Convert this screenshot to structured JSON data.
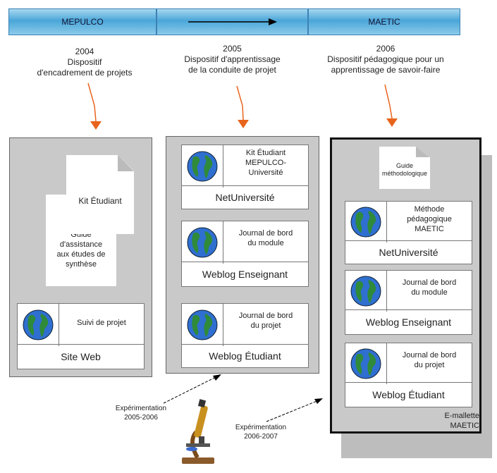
{
  "timeline": {
    "seg1": "MEPULCO",
    "seg3": "MAETIC"
  },
  "phases": [
    {
      "year": "2004",
      "line1": "Dispositif",
      "line2": "d'encadrement de projets"
    },
    {
      "year": "2005",
      "line1": "Dispositif d'apprentissage",
      "line2": "de la conduite de projet"
    },
    {
      "year": "2006",
      "line1": "Dispositif pédagogique pour un",
      "line2": "apprentissage de savoir-faire"
    }
  ],
  "panel1": {
    "kit_doc": "Kit Étudiant",
    "guide_doc": [
      "Guide",
      "d'assistance",
      "aux études de",
      "synthèse"
    ],
    "card": {
      "text": "Suivi de projet",
      "label": "Site  Web"
    }
  },
  "panel2": {
    "cards": [
      {
        "text": [
          "Kit Étudiant",
          "MEPULCO-",
          "Université"
        ],
        "label": "NetUniversité"
      },
      {
        "text": [
          "Journal de bord",
          "du module"
        ],
        "label": "Weblog Enseignant"
      },
      {
        "text": [
          "Journal de bord",
          "du projet"
        ],
        "label": "Weblog Étudiant"
      }
    ]
  },
  "panel3": {
    "guide_doc": [
      "Guide",
      "méthodologique"
    ],
    "cards": [
      {
        "text": [
          "Méthode",
          "pédagogique",
          "MAETIC"
        ],
        "label": "NetUniversité"
      },
      {
        "text": [
          "Journal de bord",
          "du module"
        ],
        "label": "Weblog Enseignant"
      },
      {
        "text": [
          "Journal de bord",
          "du projet"
        ],
        "label": "Weblog Étudiant"
      }
    ],
    "caption": [
      "E-mallette",
      "MAETIC"
    ]
  },
  "experimentations": [
    {
      "line1": "Expérimentation",
      "line2": "2005-2006"
    },
    {
      "line1": "Expérimentation",
      "line2": "2006-2007"
    }
  ],
  "colors": {
    "arrow": "#e8641c",
    "timeline": "#4aa6d8",
    "panel": "#c9c9c9"
  },
  "icons": [
    "globe-icon",
    "microscope-icon",
    "document-icon"
  ]
}
